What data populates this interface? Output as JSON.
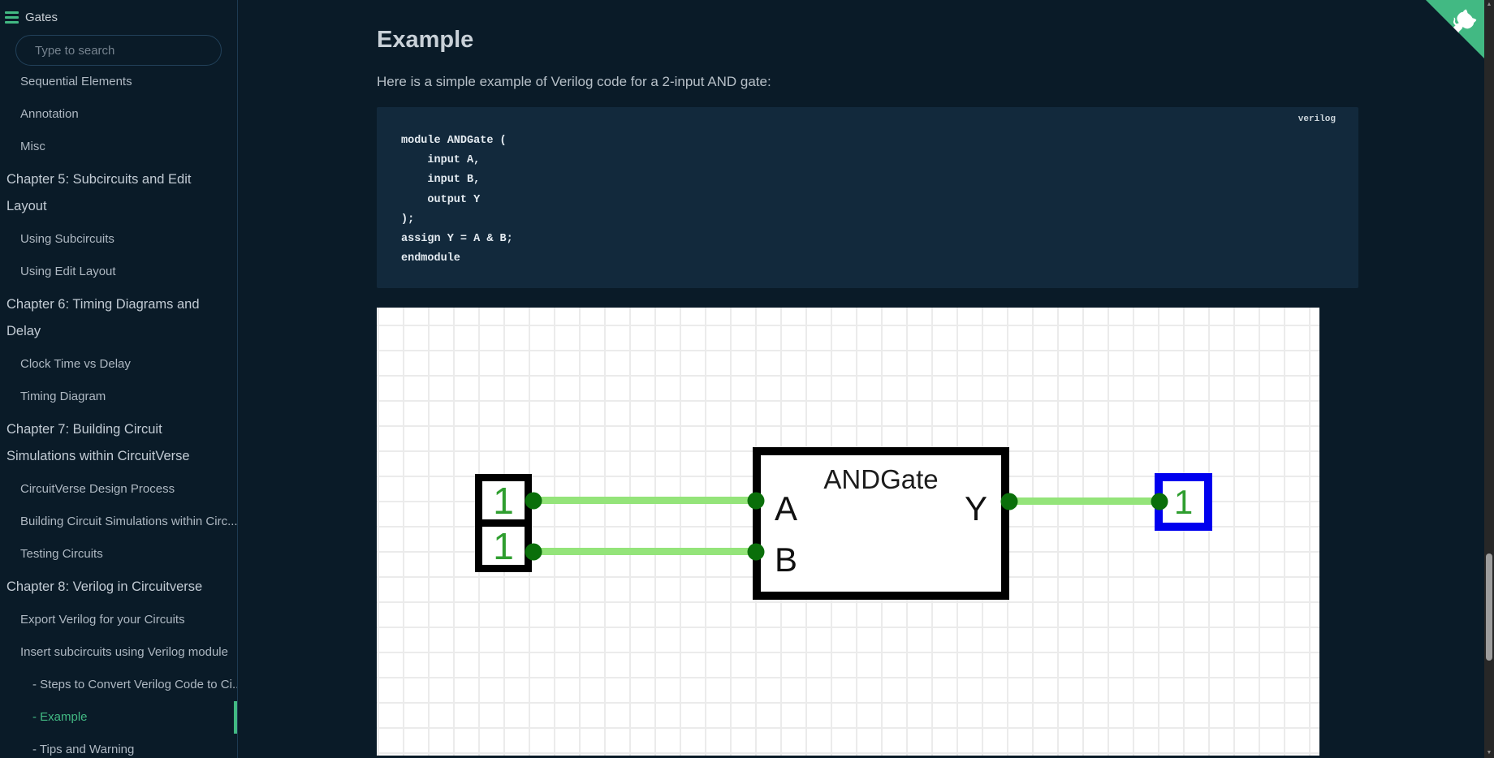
{
  "app": {
    "title": "Gates"
  },
  "sidebar": {
    "search": {
      "placeholder": "Type to search"
    },
    "items": [
      {
        "label": "Sequential Elements",
        "level": 2,
        "active": false
      },
      {
        "label": "Annotation",
        "level": 2,
        "active": false
      },
      {
        "label": "Misc",
        "level": 2,
        "active": false
      },
      {
        "label": "Chapter 5: Subcircuits and Edit Layout",
        "level": 1,
        "active": false
      },
      {
        "label": "Using Subcircuits",
        "level": 2,
        "active": false
      },
      {
        "label": "Using Edit Layout",
        "level": 2,
        "active": false
      },
      {
        "label": "Chapter 6: Timing Diagrams and Delay",
        "level": 1,
        "active": false
      },
      {
        "label": "Clock Time vs Delay",
        "level": 2,
        "active": false
      },
      {
        "label": "Timing Diagram",
        "level": 2,
        "active": false
      },
      {
        "label": "Chapter 7: Building Circuit Simulations within CircuitVerse",
        "level": 1,
        "active": false
      },
      {
        "label": "CircuitVerse Design Process",
        "level": 2,
        "active": false
      },
      {
        "label": "Building Circuit Simulations within Circ...",
        "level": 2,
        "active": false
      },
      {
        "label": "Testing Circuits",
        "level": 2,
        "active": false
      },
      {
        "label": "Chapter 8: Verilog in Circuitverse",
        "level": 1,
        "active": false
      },
      {
        "label": "Export Verilog for your Circuits",
        "level": 2,
        "active": false
      },
      {
        "label": "Insert subcircuits using Verilog module",
        "level": 2,
        "active": false
      },
      {
        "label": "- Steps to Convert Verilog Code to Ci...",
        "level": 3,
        "active": false
      },
      {
        "label": "- Example",
        "level": 3,
        "active": true
      },
      {
        "label": "- Tips and Warning",
        "level": 3,
        "active": false
      }
    ]
  },
  "main": {
    "heading": "Example",
    "intro": "Here is a simple example of Verilog code for a 2-input AND gate:",
    "code": {
      "language": "verilog",
      "lines": [
        "module ANDGate (",
        "    input A,",
        "    input B,",
        "    output Y",
        ");",
        "assign Y = A & B;",
        "endmodule"
      ]
    },
    "circuit": {
      "gate_title": "ANDGate",
      "ports": {
        "a": "A",
        "b": "B",
        "y": "Y"
      },
      "input_a_value": "1",
      "input_b_value": "1",
      "output_value": "1"
    }
  },
  "colors": {
    "accent_green": "#42b983",
    "wire_on_green": "#94e47a",
    "node_dot_green": "#0a6f0a",
    "value_text_green": "#2f9e2f",
    "output_border_blue": "#0000ee",
    "page_background": "#0a1b28",
    "code_background": "#12293c"
  },
  "icons": {
    "scroll_up": "▲",
    "scroll_down": "▼"
  }
}
